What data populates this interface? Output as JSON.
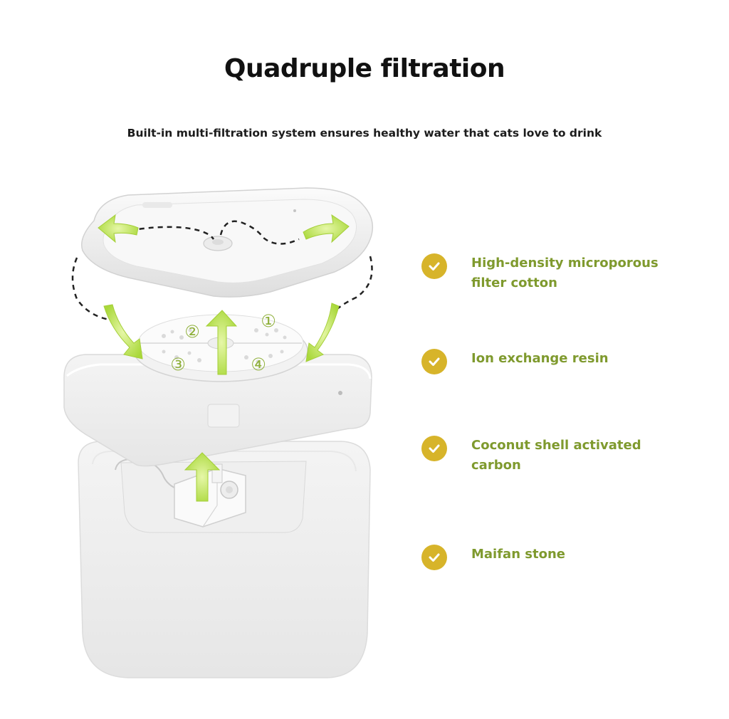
{
  "header": {
    "title": "Quadruple filtration",
    "subtitle": "Built-in multi-filtration system ensures healthy water that cats love to drink"
  },
  "illustration": {
    "filter_numbers": [
      "①",
      "②",
      "③",
      "④"
    ]
  },
  "features": [
    {
      "label": "High-density microporous filter cotton",
      "icon": "check-circle-icon"
    },
    {
      "label": "Ion exchange resin",
      "icon": "check-circle-icon"
    },
    {
      "label": "Coconut shell activated carbon",
      "icon": "check-circle-icon"
    },
    {
      "label": "Maifan stone",
      "icon": "check-circle-icon"
    }
  ],
  "colors": {
    "accent_green": "#7f9a2e",
    "check_gold": "#d7b42a",
    "arrow_green": "#b4e04a"
  }
}
